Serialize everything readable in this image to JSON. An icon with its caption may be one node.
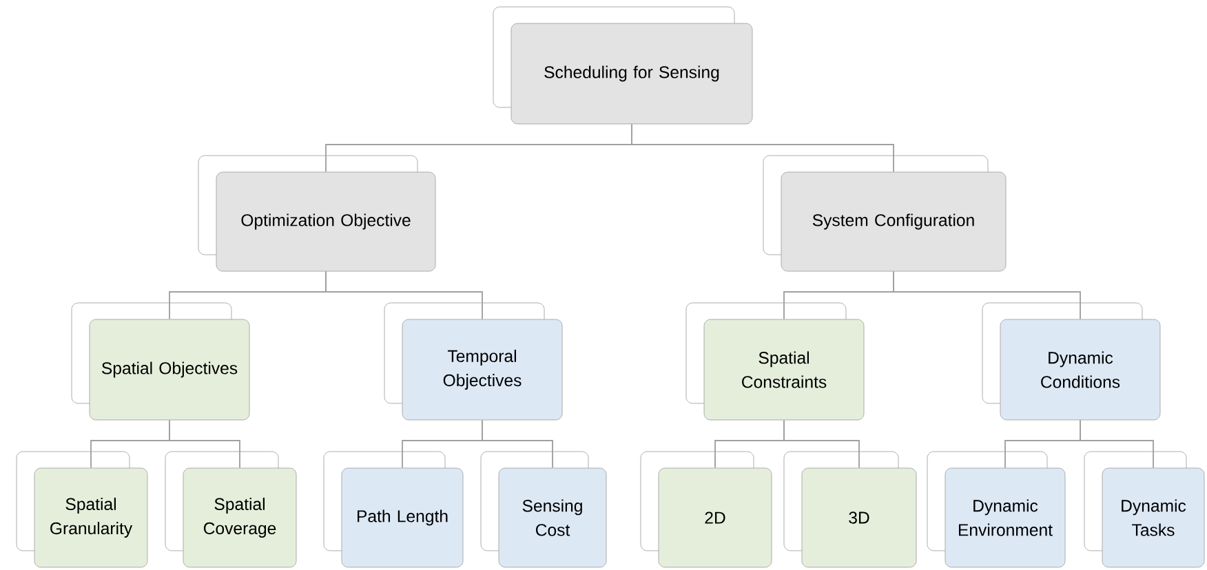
{
  "diagram": {
    "nodes": [
      {
        "text": [
          "Scheduling for Sensing"
        ]
      },
      {
        "text": [
          "Optimization Objective"
        ]
      },
      {
        "text": [
          "System Configuration"
        ]
      },
      {
        "text": [
          "Spatial Objectives"
        ]
      },
      {
        "text": [
          "Temporal Objectives"
        ]
      },
      {
        "text": [
          "Spatial Constraints"
        ]
      },
      {
        "text": [
          "Dynamic Conditions"
        ]
      },
      {
        "text": [
          "Spatial Granularity"
        ]
      },
      {
        "text": [
          "Spatial Coverage"
        ]
      },
      {
        "text": [
          "Path Length"
        ]
      },
      {
        "text": [
          "Sensing Cost"
        ]
      },
      {
        "text": [
          "2D"
        ]
      },
      {
        "text": [
          "3D"
        ]
      },
      {
        "text": [
          "Dynamic Environment"
        ]
      },
      {
        "text": [
          "Dynamic Tasks"
        ]
      }
    ],
    "edges": [
      {
        "from": 0,
        "to": 1,
        "arrow": "none"
      },
      {
        "from": 0,
        "to": 2,
        "arrow": "none"
      },
      {
        "from": 1,
        "to": 3,
        "arrow": "none"
      },
      {
        "from": 1,
        "to": 4,
        "arrow": "none"
      },
      {
        "from": 2,
        "to": 5,
        "arrow": "none"
      },
      {
        "from": 2,
        "to": 6,
        "arrow": "none"
      },
      {
        "from": 3,
        "to": 7,
        "arrow": "none"
      },
      {
        "from": 3,
        "to": 8,
        "arrow": "none"
      },
      {
        "from": 4,
        "to": 9,
        "arrow": "none"
      },
      {
        "from": 4,
        "to": 10,
        "arrow": "none"
      },
      {
        "from": 5,
        "to": 11,
        "arrow": "none"
      },
      {
        "from": 5,
        "to": 12,
        "arrow": "none"
      },
      {
        "from": 6,
        "to": 13,
        "arrow": "none"
      },
      {
        "from": 6,
        "to": 14,
        "arrow": "none"
      }
    ]
  }
}
